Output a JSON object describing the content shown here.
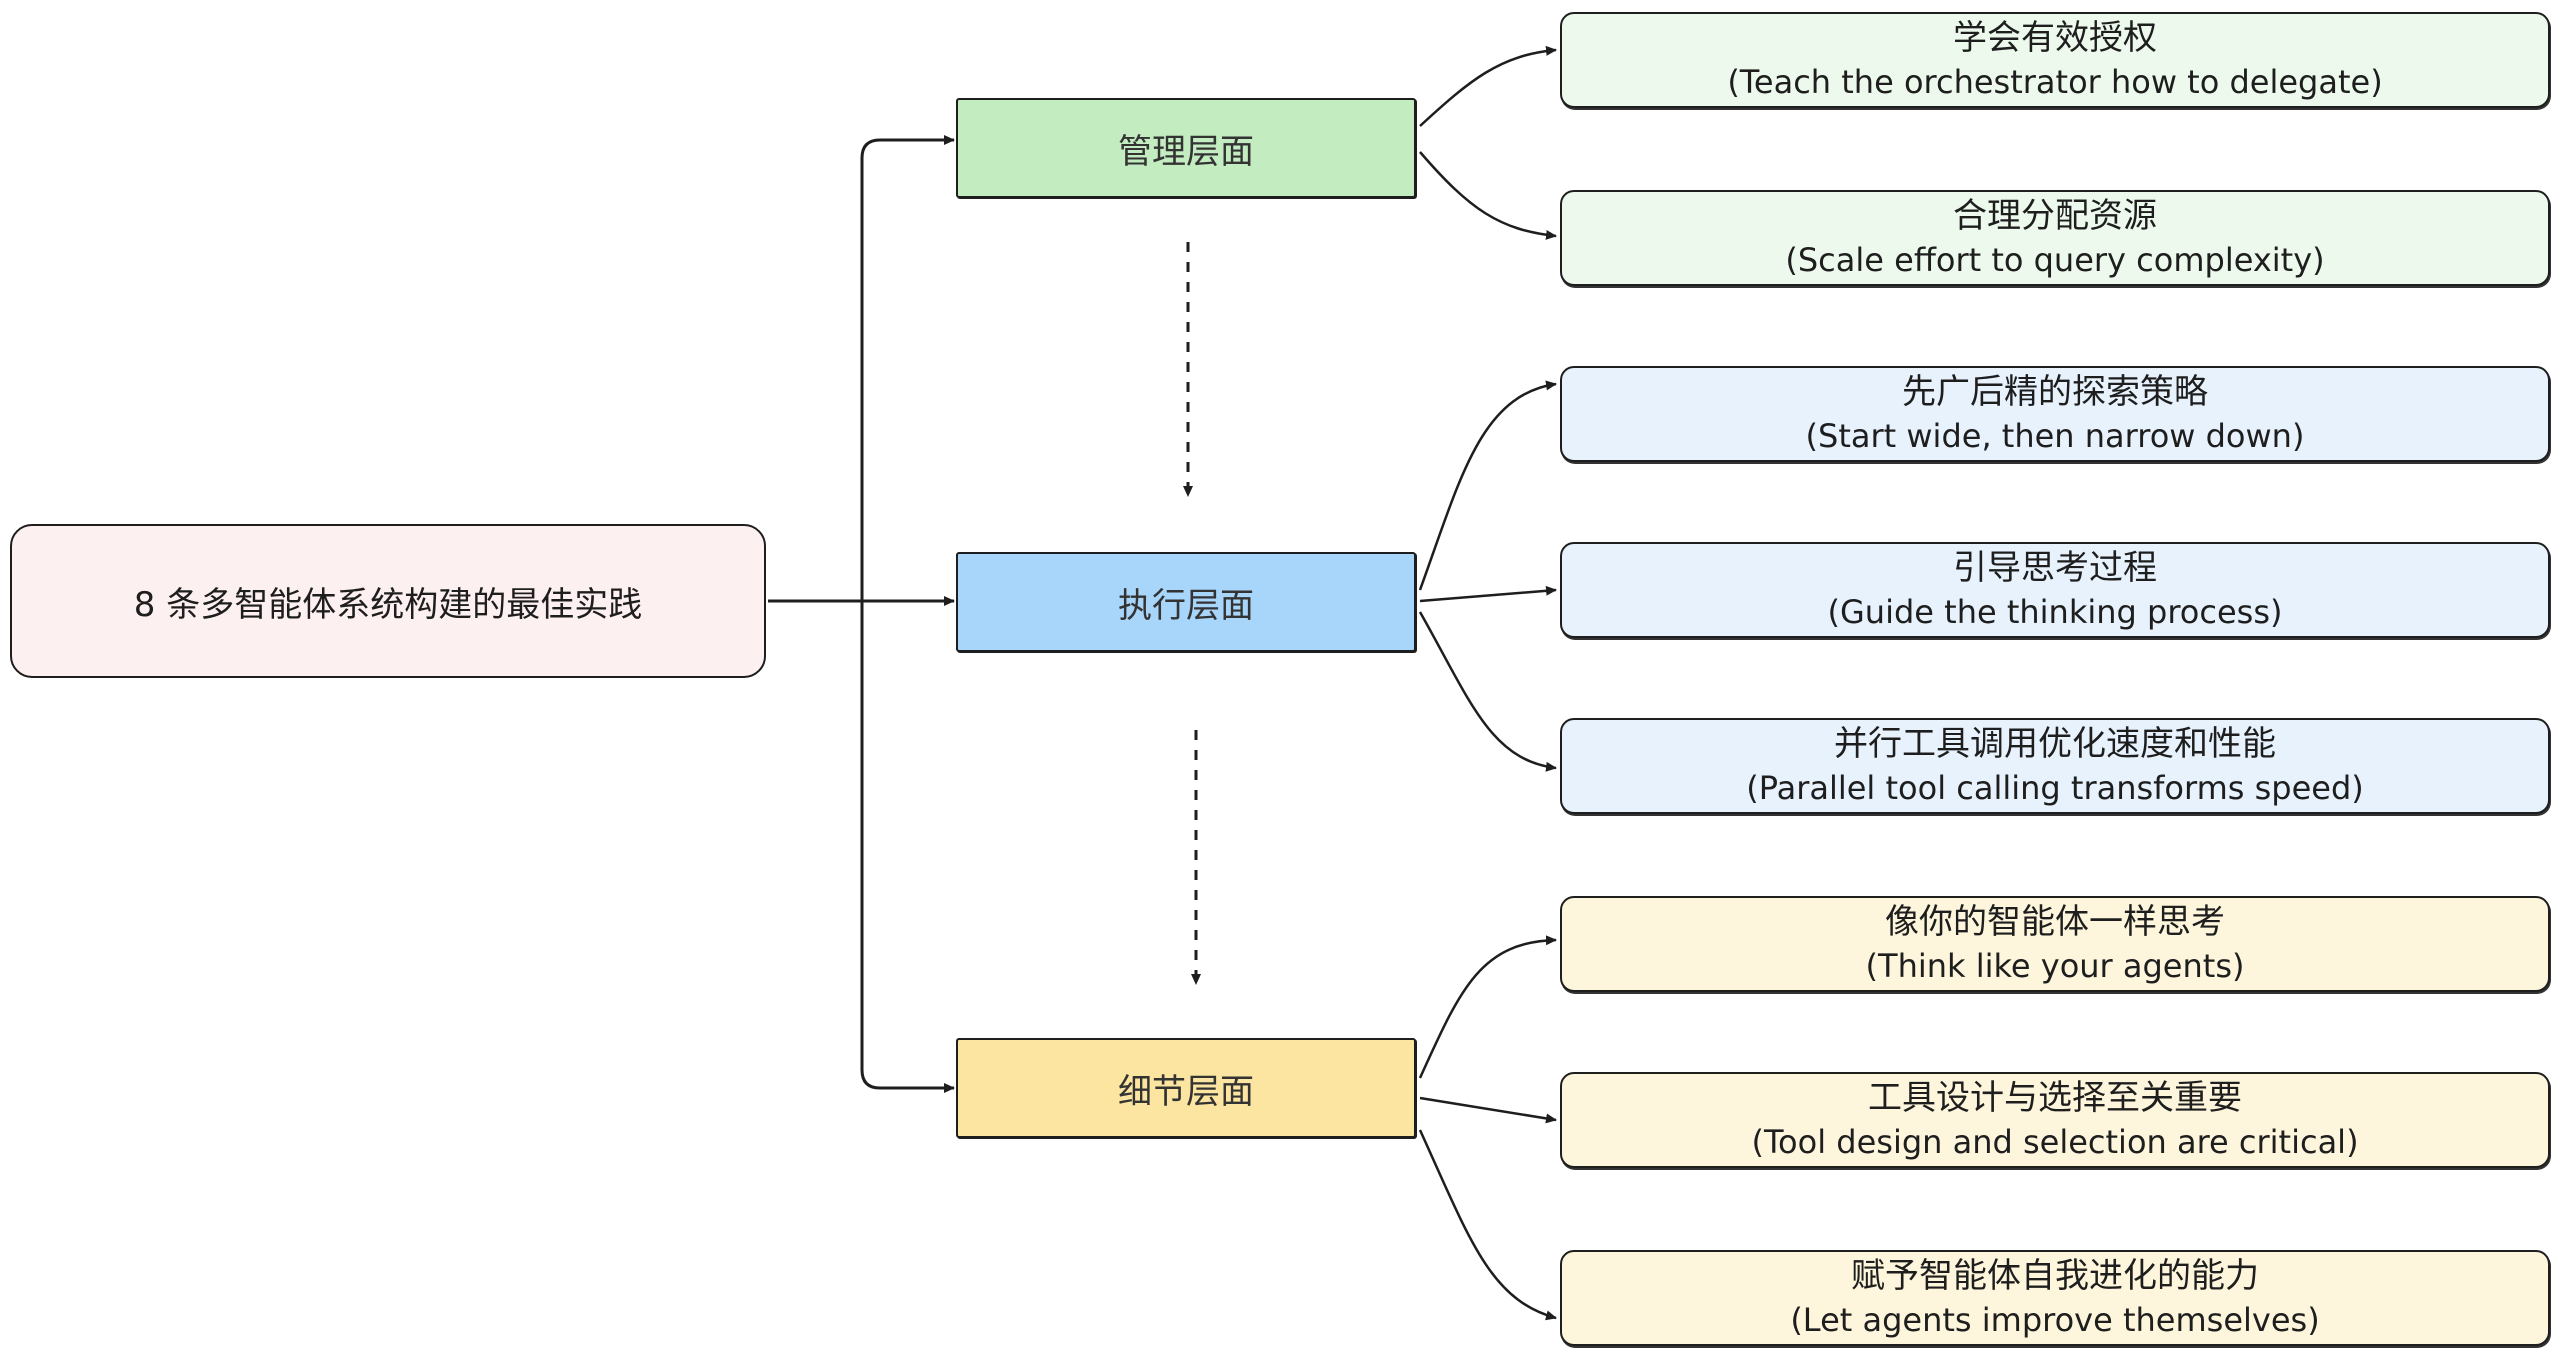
{
  "root": {
    "label": "8 条多智能体系统构建的最佳实践"
  },
  "categories": [
    {
      "label": "管理层面",
      "practices": [
        {
          "zh": "学会有效授权",
          "en": "(Teach the orchestrator how to delegate)"
        },
        {
          "zh": "合理分配资源",
          "en": "(Scale effort to query complexity)"
        }
      ]
    },
    {
      "label": "执行层面",
      "practices": [
        {
          "zh": "先广后精的探索策略",
          "en": "(Start wide, then narrow down)"
        },
        {
          "zh": "引导思考过程",
          "en": "(Guide the thinking process)"
        },
        {
          "zh": "并行工具调用优化速度和性能",
          "en": "(Parallel tool calling transforms speed)"
        }
      ]
    },
    {
      "label": "细节层面",
      "practices": [
        {
          "zh": "像你的智能体一样思考",
          "en": "(Think like your agents)"
        },
        {
          "zh": "工具设计与选择至关重要",
          "en": "(Tool design and selection are critical)"
        },
        {
          "zh": "赋予智能体自我进化的能力",
          "en": "(Let agents improve themselves)"
        }
      ]
    }
  ],
  "colors": {
    "root_fill": "#fdf0f0",
    "management_fill": "#c3ecc1",
    "execution_fill": "#a8d5fa",
    "detail_fill": "#fbe5a0",
    "management_practice_fill": "#ecf9ec",
    "execution_practice_fill": "#e7f2fd",
    "detail_practice_fill": "#fdf6dc",
    "stroke": "#1e1e1e"
  }
}
